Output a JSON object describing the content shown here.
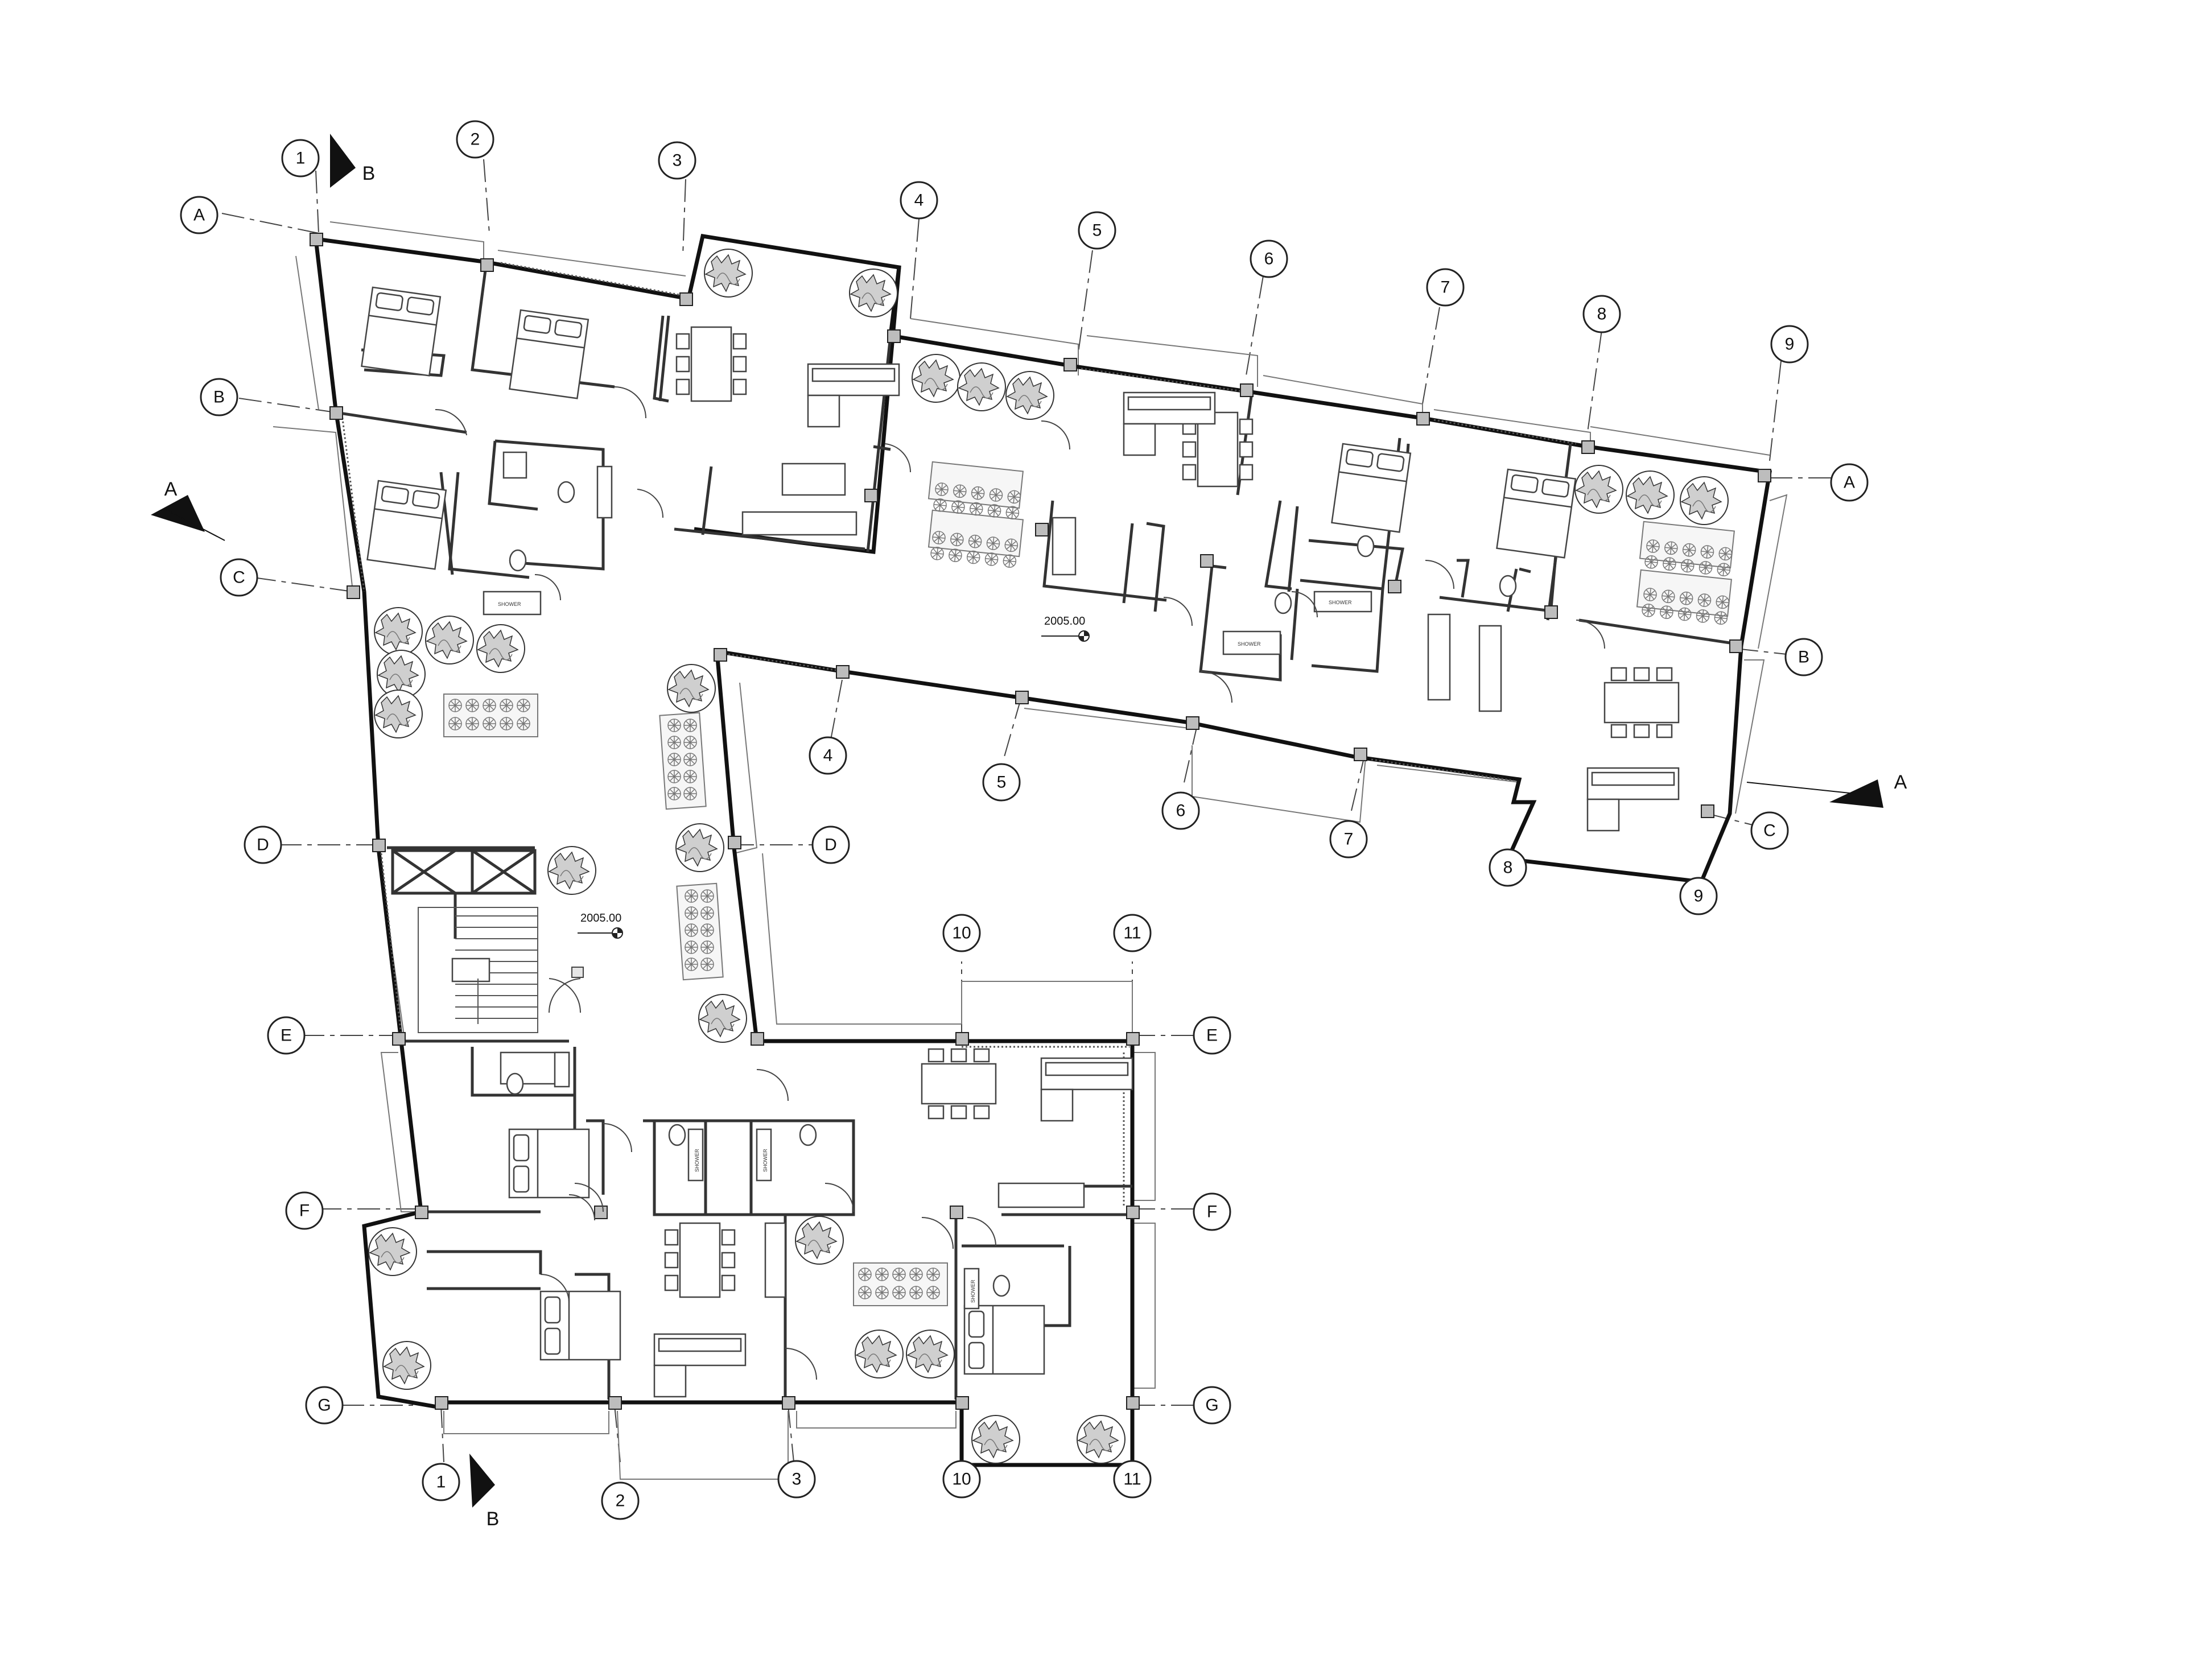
{
  "grid_labels": {
    "top_cols": [
      "1",
      "2",
      "3",
      "4",
      "5",
      "6",
      "7",
      "8",
      "9"
    ],
    "top_rows": [
      "A",
      "B",
      "C",
      "D",
      "E",
      "F",
      "G"
    ],
    "bottom_cols": [
      "10",
      "11"
    ]
  },
  "section_marks": {
    "a": "A",
    "b": "B"
  },
  "elevation_tags": [
    "2005.00",
    "2005.00"
  ],
  "room_labels": {
    "shower": "SHOWER"
  }
}
